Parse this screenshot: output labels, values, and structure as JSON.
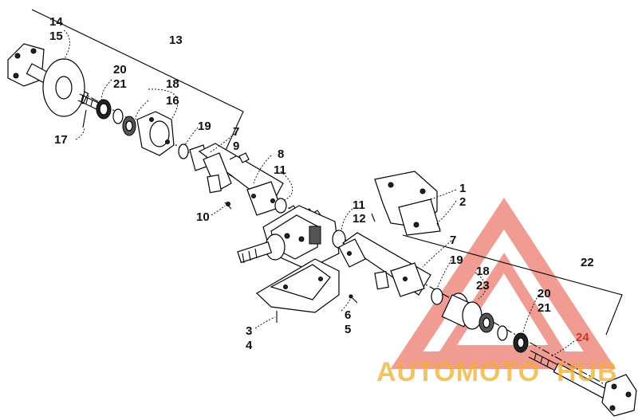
{
  "labels": {
    "p14": "14",
    "p15": "15",
    "p13": "13",
    "p20a": "20",
    "p21a": "21",
    "p18a": "18",
    "p16": "16",
    "p17": "17",
    "p19a": "19",
    "p7a": "7",
    "p9": "9",
    "p8": "8",
    "p11a": "11",
    "p10": "10",
    "p1": "1",
    "p2": "2",
    "p11b": "11",
    "p12": "12",
    "p7b": "7",
    "p19b": "19",
    "p18b": "18",
    "p23": "23",
    "p22": "22",
    "p20b": "20",
    "p21b": "21",
    "p24": "24",
    "p3": "3",
    "p4": "4",
    "p6": "6",
    "p5": "5"
  },
  "watermark": {
    "brand_left": "AUTOMOTO",
    "brand_right": "HUB",
    "color_red": "#e74c3c",
    "color_gold": "#f0b030"
  }
}
